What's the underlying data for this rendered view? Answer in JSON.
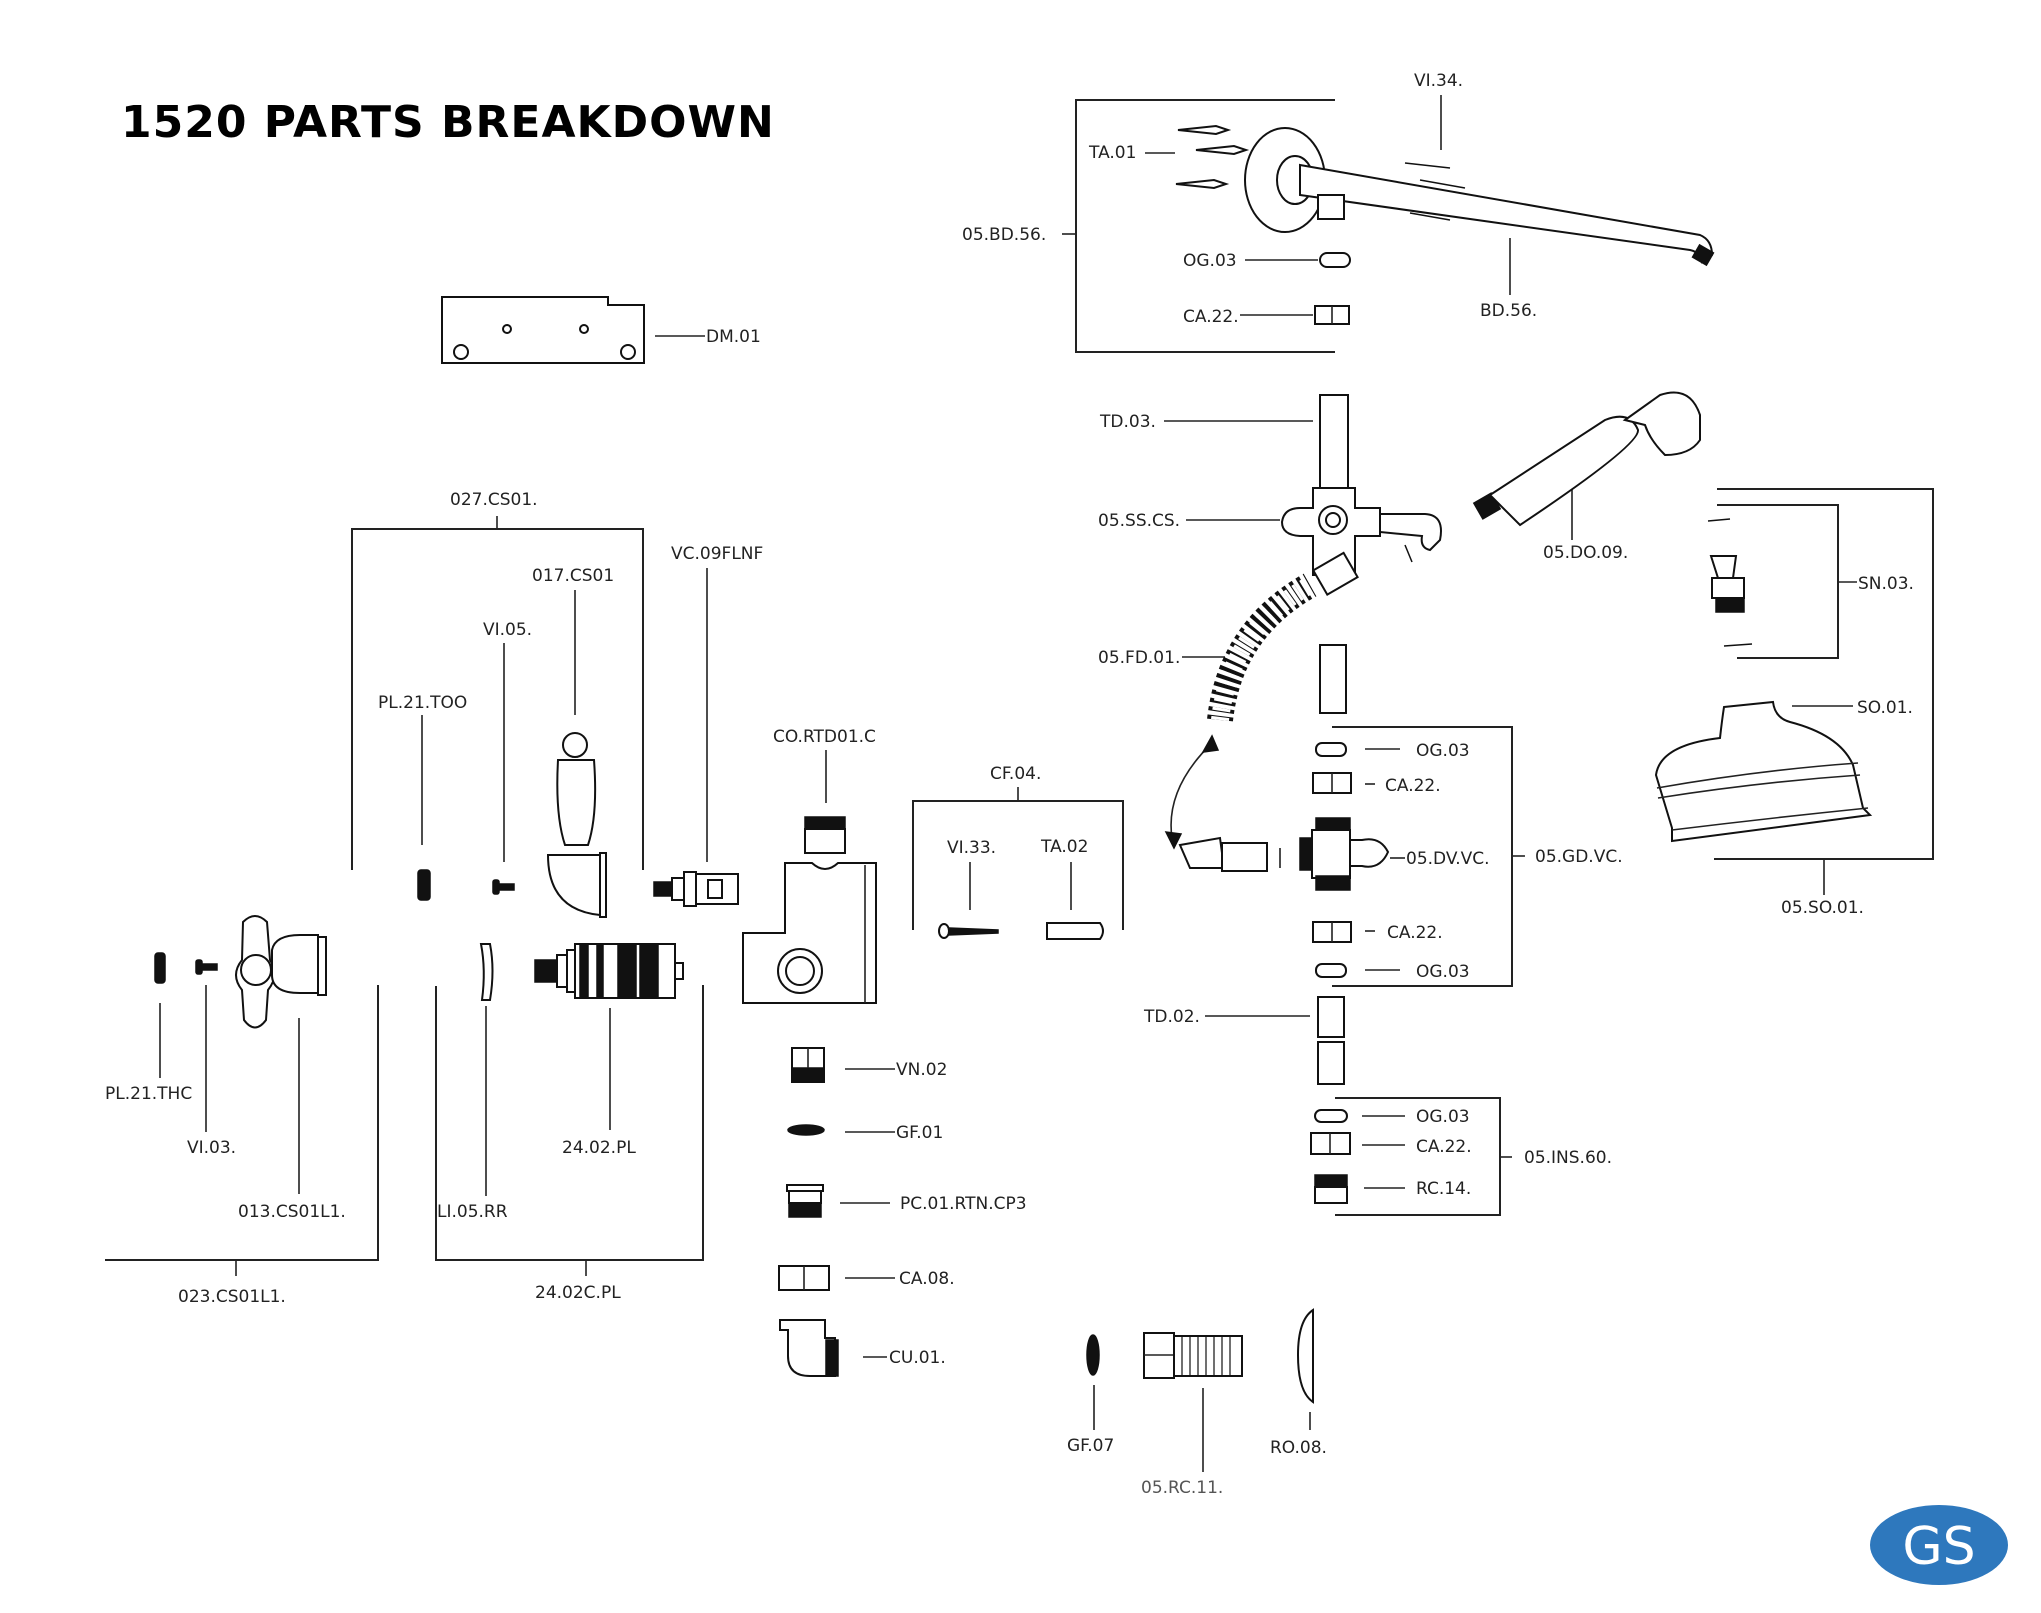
{
  "title": "1520 PARTS BREAKDOWN",
  "logo": {
    "text": "GS",
    "color": "#2e78bd"
  },
  "assemblies": {
    "shower_arm": {
      "label": "05.BD.56.",
      "parts": {
        "ta01": "TA.01",
        "vi34": "VI.34.",
        "og03": "OG.03",
        "ca22": "CA.22.",
        "bd56": "BD.56."
      }
    },
    "plate": {
      "dm01": "DM.01"
    },
    "handle_kit": {
      "label": "027.CS01.",
      "parts": {
        "pl21too": "PL.21.TOO",
        "vi05": "VI.05.",
        "cs017": "017.CS01"
      }
    },
    "vc09": "VC.09FLNF",
    "cross_kit": {
      "label": "023.CS01L1.",
      "parts": {
        "pl21thc": "PL.21.THC",
        "vi03": "VI.03.",
        "cs013": "013.CS01L1."
      }
    },
    "cartridge_kit": {
      "label": "24.02C.PL",
      "parts": {
        "li05": "LI.05.RR",
        "pl2402": "24.02.PL"
      }
    },
    "body": {
      "co": "CO.RTD01.C"
    },
    "fixing_kit": {
      "label": "CF.04.",
      "parts": {
        "vi33": "VI.33.",
        "ta02": "TA.02"
      }
    },
    "lower_column": {
      "vn02": "VN.02",
      "gf01": "GF.01",
      "pc01": "PC.01.RTN.CP3",
      "ca08": "CA.08.",
      "cu01": "CU.01."
    },
    "outlet": {
      "gf07": "GF.07",
      "rc11": "05.RC.11.",
      "ro08": "RO.08."
    },
    "riser": {
      "td03": "TD.03.",
      "ss": "05.SS.CS.",
      "fd01": "05.FD.01.",
      "do09": "05.DO.09.",
      "td02": "TD.02."
    },
    "diverter_kit": {
      "label": "05.GD.VC.",
      "parts": {
        "og03a": "OG.03",
        "ca22a": "CA.22.",
        "dv": "05.DV.VC.",
        "ca22b": "CA.22.",
        "og03b": "OG.03"
      }
    },
    "inlet_kit": {
      "label": "05.INS.60.",
      "parts": {
        "og03": "OG.03",
        "ca22": "CA.22.",
        "rc14": "RC.14."
      }
    },
    "shower_head": {
      "label": "05.SO.01.",
      "parts": {
        "sn03": "SN.03.",
        "so01": "SO.01."
      }
    }
  }
}
